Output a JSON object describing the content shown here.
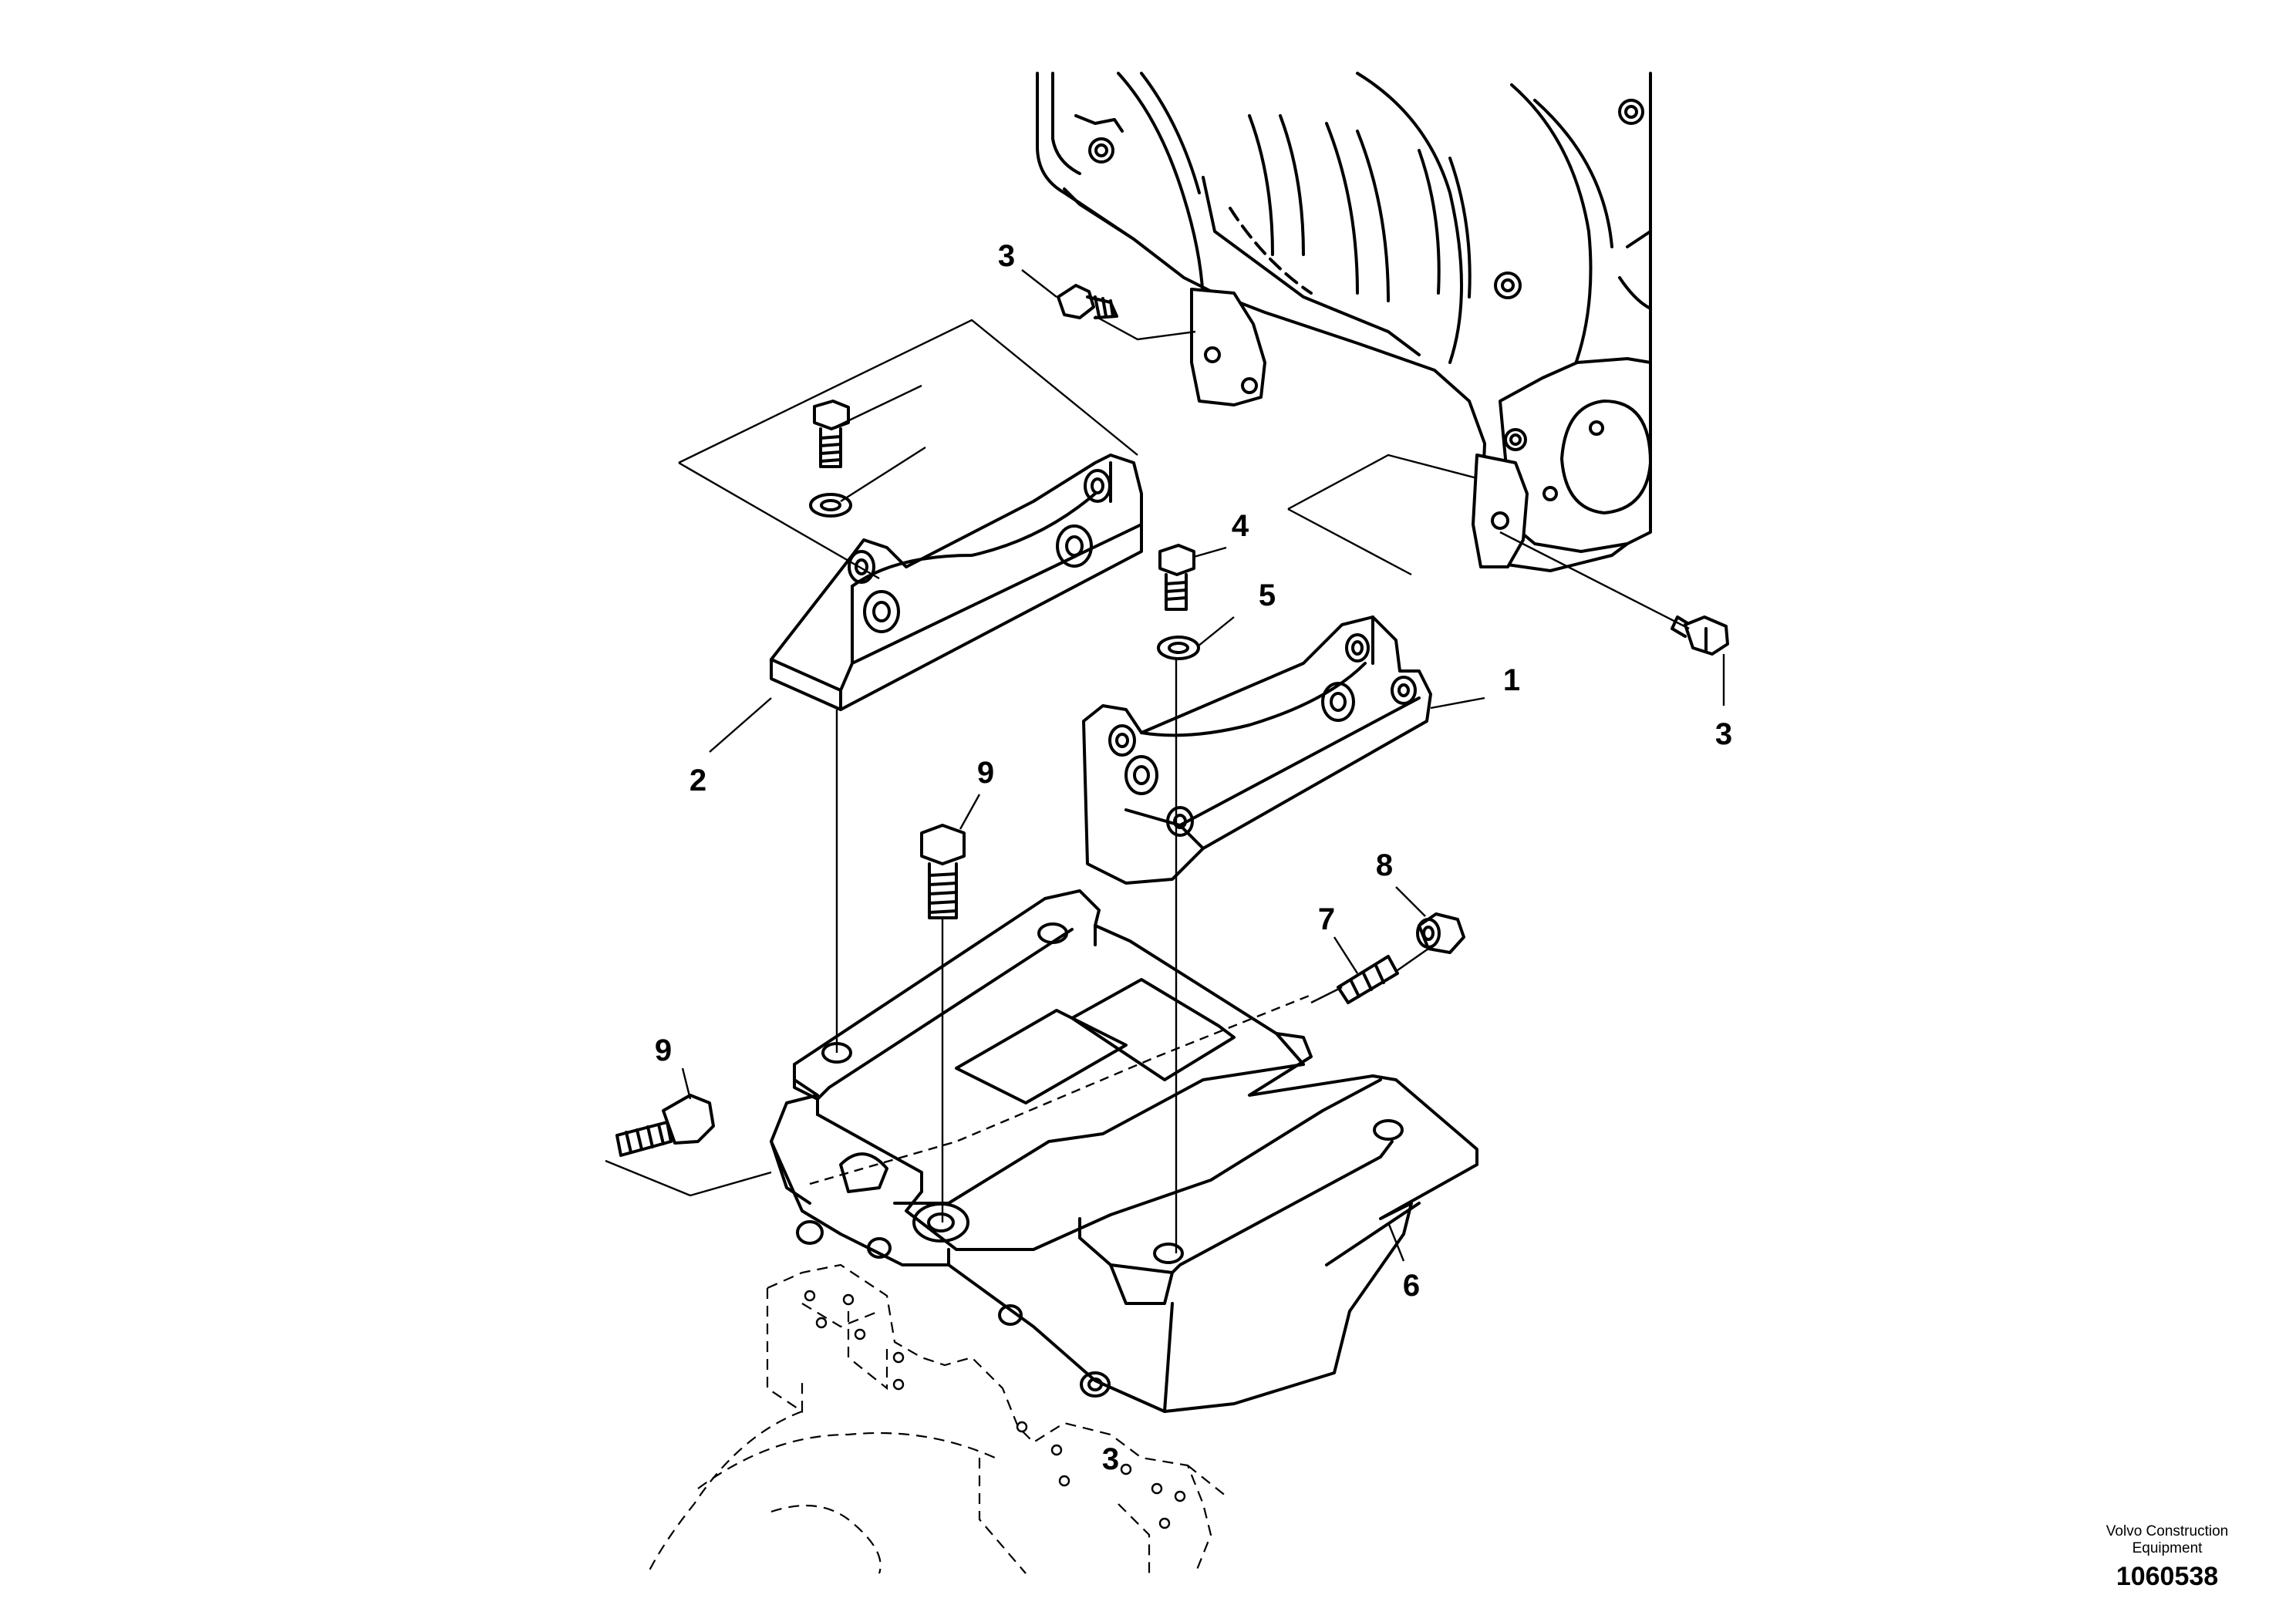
{
  "callouts": {
    "c1": "1",
    "c2": "2",
    "c3a": "3",
    "c3b": "3",
    "c3c": "3",
    "c4": "4",
    "c5": "5",
    "c6": "6",
    "c7": "7",
    "c8": "8",
    "c9a": "9",
    "c9b": "9"
  },
  "credit": {
    "maker": "Volvo Construction\nEquipment",
    "reference": "1060538"
  }
}
